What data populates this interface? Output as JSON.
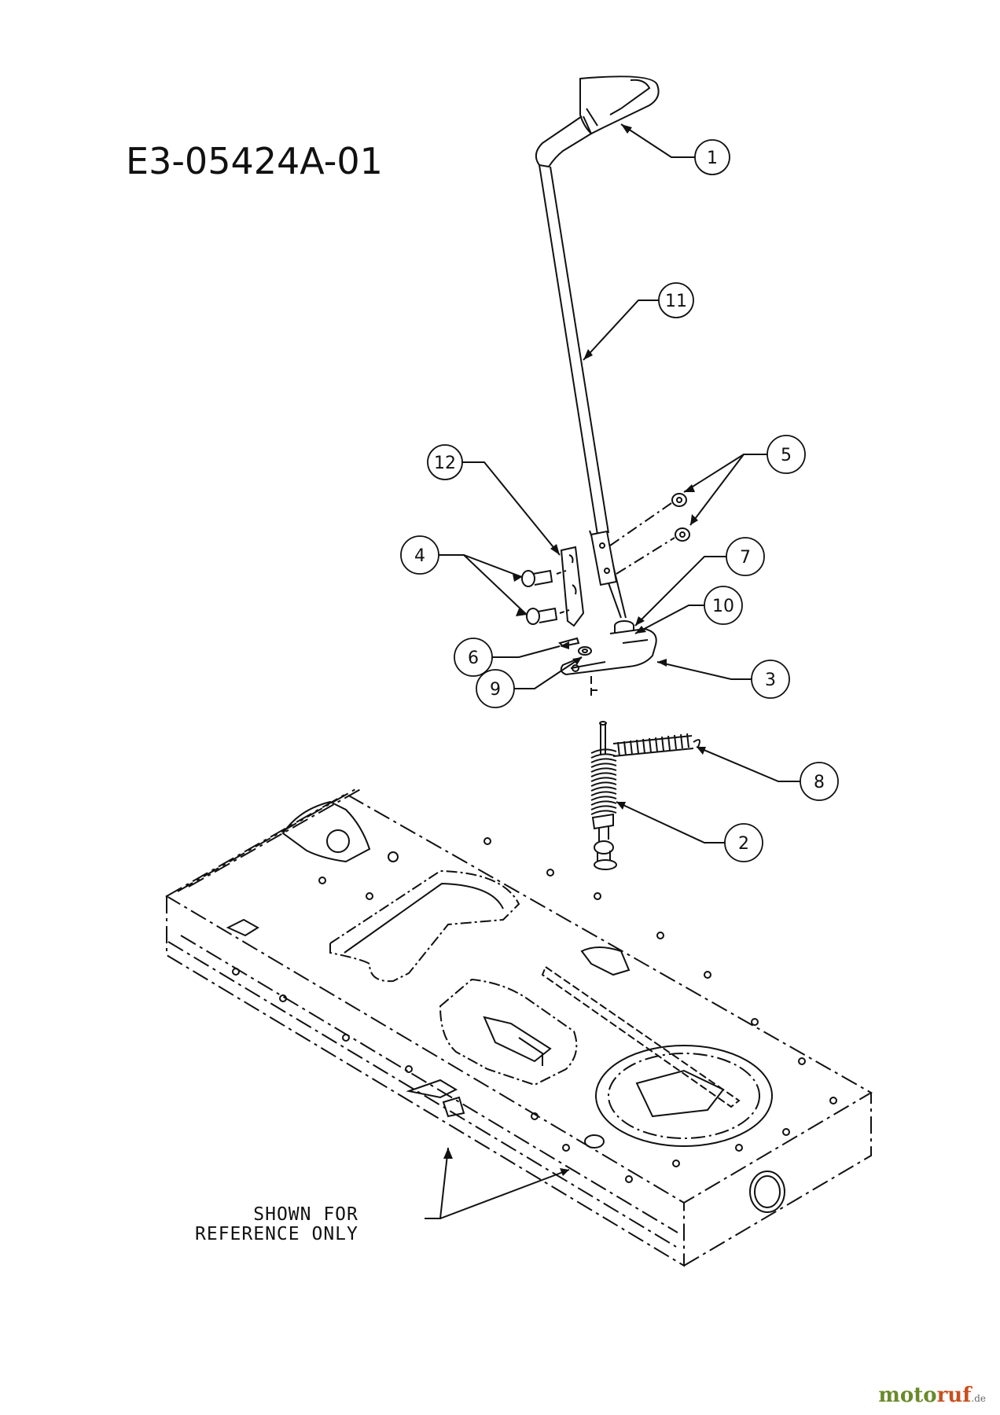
{
  "title": "E3-05424A-01",
  "note_lines": [
    "SHOWN FOR",
    "REFERENCE ONLY"
  ],
  "callouts": [
    {
      "label": "1",
      "part": "handle-grip"
    },
    {
      "label": "11",
      "part": "lever-rod"
    },
    {
      "label": "5",
      "part": "lock-nuts"
    },
    {
      "label": "12",
      "part": "bracket-plate"
    },
    {
      "label": "4",
      "part": "carriage-bolts"
    },
    {
      "label": "7",
      "part": "bushing"
    },
    {
      "label": "10",
      "part": "collar"
    },
    {
      "label": "6",
      "part": "cotter-pin"
    },
    {
      "label": "9",
      "part": "washer"
    },
    {
      "label": "3",
      "part": "clevis-yoke"
    },
    {
      "label": "8",
      "part": "extension-spring"
    },
    {
      "label": "2",
      "part": "compression-spring-assembly"
    }
  ],
  "watermark": {
    "brand_a": "moto",
    "brand_b": "ruf",
    "tld": ".de",
    "color_a": "#6a8a2a",
    "color_b": "#c8501e"
  }
}
